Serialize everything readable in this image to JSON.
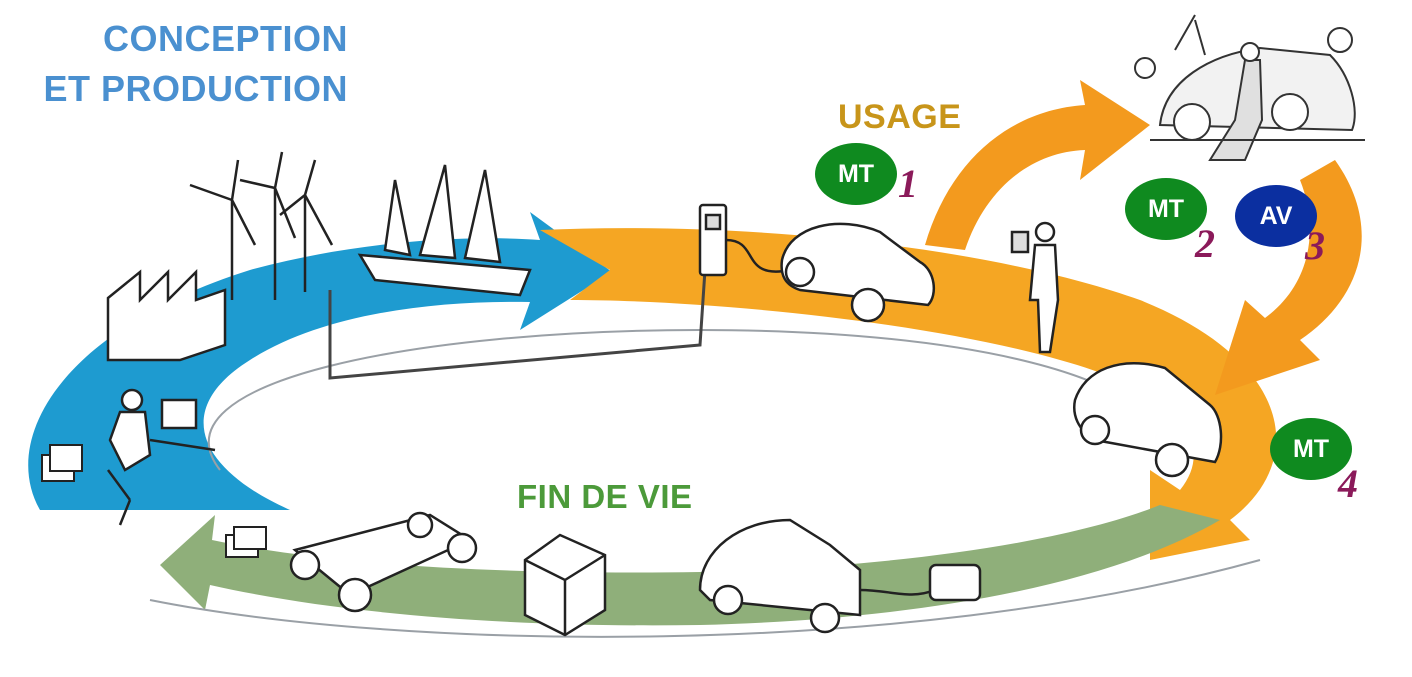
{
  "phases": {
    "conception": {
      "line1": "CONCEPTION",
      "line2": "ET PRODUCTION",
      "color": "#4a90d0"
    },
    "usage": {
      "label": "USAGE",
      "color": "#c8951a"
    },
    "fin_de_vie": {
      "label": "FIN DE VIE",
      "color": "#4c9a3a"
    }
  },
  "badges": [
    {
      "text": "MT",
      "num": "1",
      "color": "#0f8a1f"
    },
    {
      "text": "MT",
      "num": "2",
      "color": "#0f8a1f"
    },
    {
      "text": "AV",
      "num": "3",
      "color": "#0b2fa0"
    },
    {
      "text": "MT",
      "num": "4",
      "color": "#0f8a1f"
    }
  ],
  "colors": {
    "ring_blue": "#1e9bd0",
    "ring_orange": "#f5a623",
    "ring_green": "#8faf7a",
    "arrow_orange": "#f39a1e",
    "number": "#8b1a5a"
  },
  "icons": [
    "factory-icon",
    "wind-turbine-icon",
    "sailing-ship-icon",
    "charging-station-icon",
    "electric-car-icon",
    "person-with-phone-icon",
    "mechanic-repair-icon",
    "small-car-icon",
    "old-car-icon",
    "battery-box-icon",
    "car-chassis-icon",
    "battery-stack-icon",
    "desk-worker-icon"
  ]
}
